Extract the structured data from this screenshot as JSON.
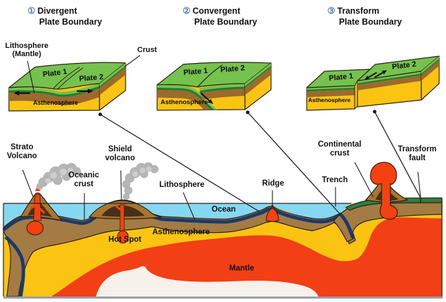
{
  "headings": [
    {
      "number": "①",
      "title": "Divergent",
      "subtitle": "Plate Boundary"
    },
    {
      "number": "②",
      "title": "Convergent",
      "subtitle": "Plate Boundary"
    },
    {
      "number": "③",
      "title": "Transform",
      "subtitle": "Plate Boundary"
    }
  ],
  "blocks": {
    "plate1": "Plate 1",
    "plate2": "Plate 2",
    "asthenosphere": "Asthenosphere",
    "callout_lithosphere": "Lithosphere",
    "callout_mantle": "(Mantle)",
    "callout_crust": "Crust"
  },
  "cross_section": {
    "strato_l1": "Strato",
    "strato_l2": "Volcano",
    "shield_l1": "Shield",
    "shield_l2": "volcano",
    "oceanic_l1": "Oceanic",
    "oceanic_l2": "crust",
    "lithosphere": "Lithosphere",
    "ocean": "Ocean",
    "ridge": "Ridge",
    "trench": "Trench",
    "continental_l1": "Continental",
    "continental_l2": "crust",
    "transform_l1": "Transform",
    "transform_l2": "fault",
    "hot_spot": "Hot Spot",
    "asthenosphere": "Asthenosphere",
    "mantle": "Mantle"
  },
  "colors": {
    "water": "#85d7f2",
    "oceanic_crust_navy": "#1a3a6e",
    "lithosphere_brown": "#a57b44",
    "asthenosphere_yellow": "#fbc412",
    "mantle_red": "#f23f16",
    "magma_red": "#f5410f",
    "continental_green": "#2f8040",
    "block_green": "#76c24e",
    "block_green_dark": "#1e7e33",
    "block_brown": "#9c6a2c",
    "volcano_brown": "#a8762f",
    "volcano_dark": "#46301a",
    "smoke_gray": "#b5b5b5",
    "smoke_light": "#cdcdcd",
    "white_blob": "#f6f1ea",
    "outline": "#2a2014",
    "number_blue": "#5b83ad"
  }
}
